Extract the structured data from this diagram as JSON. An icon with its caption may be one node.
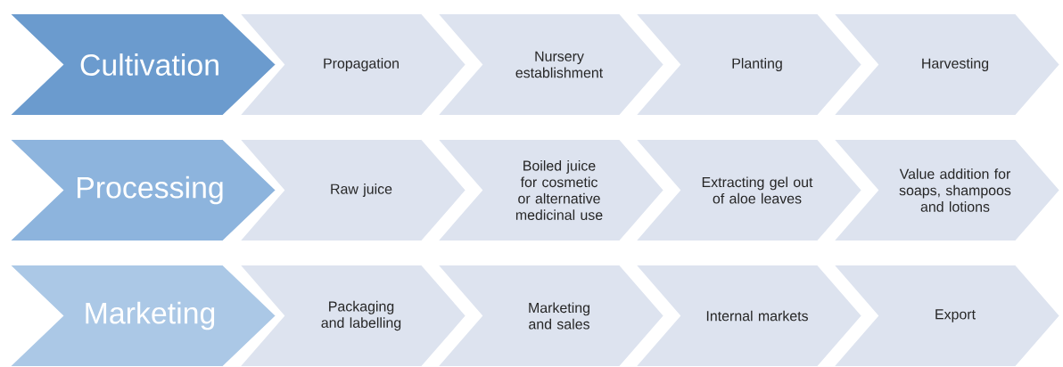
{
  "diagram": {
    "nodes": [
      {
        "text": [
          "Cultivation"
        ]
      },
      {
        "text": [
          "Propagation"
        ]
      },
      {
        "text": [
          "Nursery establishment"
        ]
      },
      {
        "text": [
          "Planting"
        ]
      },
      {
        "text": [
          "Harvesting"
        ]
      },
      {
        "text": [
          "Processing"
        ]
      },
      {
        "text": [
          "Raw juice"
        ]
      },
      {
        "text": [
          "Boiled juice for cosmetic or alternative medicinal use"
        ]
      },
      {
        "text": [
          "Extracting gel out of aloe leaves"
        ]
      },
      {
        "text": [
          "Value addition for soaps, shampoos and lotions"
        ]
      },
      {
        "text": [
          "Marketing"
        ]
      },
      {
        "text": [
          "Packaging and labelling"
        ]
      },
      {
        "text": [
          "Marketing and sales"
        ]
      },
      {
        "text": [
          "Internal markets"
        ]
      },
      {
        "text": [
          "Export"
        ]
      }
    ]
  }
}
